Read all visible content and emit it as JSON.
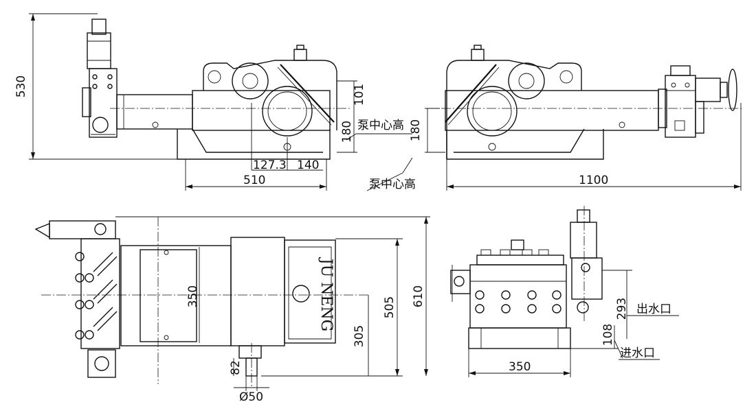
{
  "dimensions": {
    "d530": "530",
    "d101": "101",
    "d180a": "180",
    "d180b": "180",
    "d127_3": "127.3",
    "d140": "140",
    "d510": "510",
    "d1100": "1100",
    "d350a": "350",
    "d505": "505",
    "d610": "610",
    "d305": "305",
    "d82": "82",
    "d50": "Ø50",
    "d293": "293",
    "d108": "108",
    "d350b": "350"
  },
  "labels": {
    "pump_center_height_1": "泵中心高",
    "pump_center_height_2": "泵中心高",
    "water_outlet": "出水口",
    "water_inlet": "进水口",
    "brand": "JU NENG"
  }
}
